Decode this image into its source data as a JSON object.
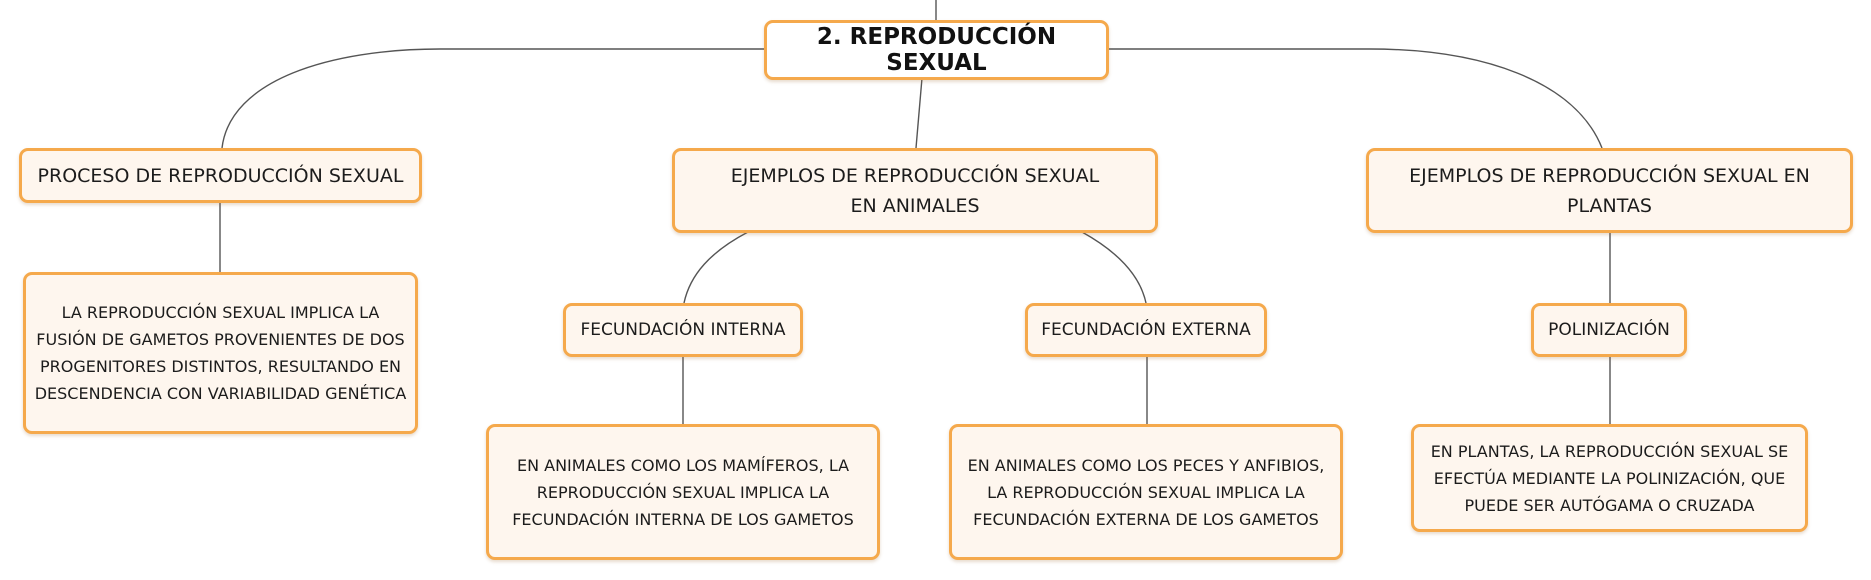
{
  "colors": {
    "node_border": "#f5a94c",
    "node_fill": "#fef6ee",
    "connector": "#555555"
  },
  "root": {
    "label": "2. REPRODUCCIÓN SEXUAL"
  },
  "branches": {
    "proceso": {
      "label": "PROCESO DE REPRODUCCIÓN SEXUAL",
      "description": "LA REPRODUCCIÓN SEXUAL IMPLICA LA FUSIÓN DE GAMETOS PROVENIENTES DE DOS PROGENITORES DISTINTOS, RESULTANDO EN DESCENDENCIA CON VARIABILIDAD GENÉTICA"
    },
    "animales": {
      "label": "EJEMPLOS DE REPRODUCCIÓN SEXUAL EN ANIMALES",
      "interna": {
        "label": "FECUNDACIÓN INTERNA",
        "description": "EN ANIMALES COMO LOS MAMÍFEROS, LA REPRODUCCIÓN SEXUAL IMPLICA LA FECUNDACIÓN INTERNA DE LOS GAMETOS"
      },
      "externa": {
        "label": "FECUNDACIÓN EXTERNA",
        "description": "EN ANIMALES COMO LOS PECES Y ANFIBIOS, LA REPRODUCCIÓN SEXUAL IMPLICA LA FECUNDACIÓN EXTERNA DE LOS GAMETOS"
      }
    },
    "plantas": {
      "label": "EJEMPLOS DE REPRODUCCIÓN SEXUAL EN PLANTAS",
      "polinizacion": {
        "label": "POLINIZACIÓN",
        "description": "EN PLANTAS, LA REPRODUCCIÓN SEXUAL SE EFECTÚA MEDIANTE LA POLINIZACIÓN, QUE PUEDE SER AUTÓGAMA O CRUZADA"
      }
    }
  }
}
